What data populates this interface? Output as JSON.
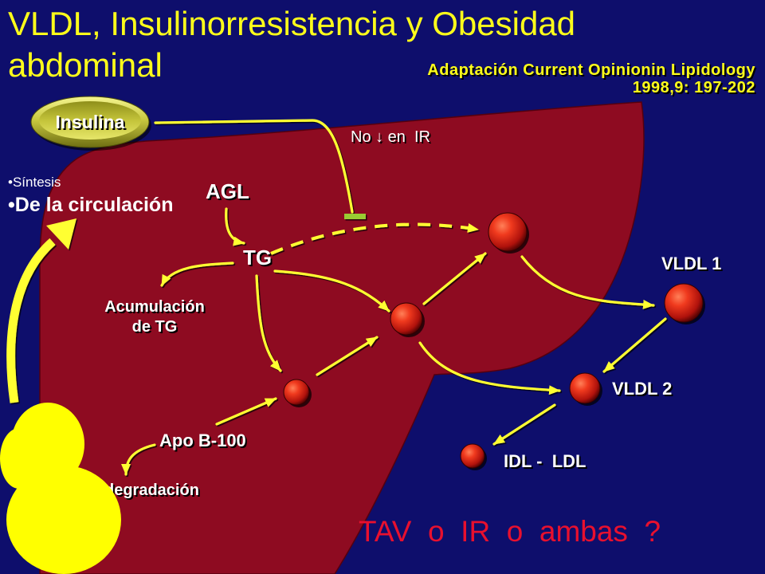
{
  "slide": {
    "title": "VLDL, Insulinorresistencia y Obesidad abdominal",
    "reference_line1": "Adaptación Current Opinionin Lipidology",
    "reference_line2": "1998,9: 197-202",
    "question": "TAV  o  IR  o  ambas  ?"
  },
  "bullets": [
    "Síntesis",
    "De la circulación"
  ],
  "nodes": {
    "insulina": "Insulina",
    "inhibition_note": "No ↓ en  IR",
    "agl": "AGL",
    "tg": "TG",
    "accumulation": [
      "Acumulación",
      "de TG"
    ],
    "apo": "Apo B-100",
    "degradation": "degradación",
    "vldl1": "VLDL 1",
    "vldl2": "VLDL 2",
    "idl_ldl": "IDL -  LDL"
  },
  "colors": {
    "bg": "#0e0e6c",
    "liver": "#8e0b21",
    "arrow": "#ffff33",
    "title": "#ffff1a",
    "question": "#e8102e",
    "inhibit": "#99cc33",
    "figure": "#ffff00"
  }
}
